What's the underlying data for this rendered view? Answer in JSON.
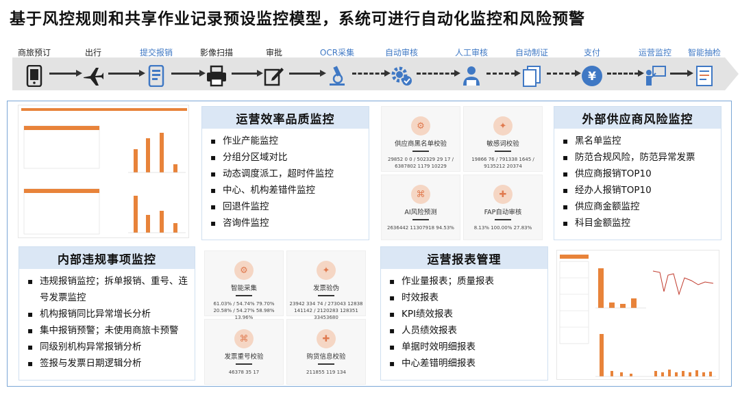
{
  "title": "基于风控规则和共享作业记录预设监控模型，系统可进行自动化监控和风险预警",
  "process": [
    {
      "label": "商旅预订",
      "color": "dark",
      "icon": "phone-icon"
    },
    {
      "label": "出行",
      "color": "dark",
      "icon": "airplane-icon"
    },
    {
      "label": "提交报销",
      "color": "blue",
      "icon": "mobile-submit-icon"
    },
    {
      "label": "影像扫描",
      "color": "dark",
      "icon": "printer-icon"
    },
    {
      "label": "审批",
      "color": "dark",
      "icon": "edit-icon"
    },
    {
      "label": "OCR采集",
      "color": "blue",
      "icon": "microscope-icon"
    },
    {
      "label": "自动审核",
      "color": "blue",
      "icon": "gear-check-icon"
    },
    {
      "label": "人工审核",
      "color": "blue",
      "icon": "person-computer-icon"
    },
    {
      "label": "自动制证",
      "color": "blue",
      "icon": "documents-icon"
    },
    {
      "label": "支付",
      "color": "blue",
      "icon": "yen-icon"
    },
    {
      "label": "运营监控",
      "color": "blue",
      "icon": "presenter-icon"
    },
    {
      "label": "智能抽检",
      "color": "blue",
      "icon": "report-icon"
    }
  ],
  "panels": {
    "ops_quality": {
      "title": "运营效率品质监控",
      "items": [
        "作业产能监控",
        "分组分区域对比",
        "动态调度派工，超时件监控",
        "中心、机构差错件监控",
        "回退件监控",
        "咨询件监控"
      ]
    },
    "supplier_risk": {
      "title": "外部供应商风险监控",
      "items": [
        "黑名单监控",
        "防范合规风险，防范异常发票",
        "供应商报销TOP10",
        "经办人报销TOP10",
        "供应商金额监控",
        "科目金额监控"
      ]
    },
    "internal": {
      "title": "内部违规事项监控",
      "items": [
        "违规报销监控；拆单报销、重号、连号发票监控",
        "机构报销同比异常增长分析",
        "集中报销预警；未使用商旅卡预警",
        "同级别机构异常报销分析",
        "签报与发票日期逻辑分析"
      ]
    },
    "ops_report": {
      "title": "运营报表管理",
      "items": [
        "作业量报表；质量报表",
        "时效报表",
        "KPI绩效报表",
        "人员绩效报表",
        "单据时效明细报表",
        "中心差错明细报表"
      ]
    }
  },
  "cards_top": [
    {
      "name": "供应商黑名单校验",
      "nums": "29852  0  0 / 502329  29  17 / 6387802  1179  10229"
    },
    {
      "name": "敏感词校验",
      "nums": "19866  76 / 791338  1645 / 9135212  20374"
    },
    {
      "name": "AI风险预测",
      "nums": "2636442  11307918  94.53%"
    },
    {
      "name": "FAP自动审核",
      "nums": "8.13%  100.00%  27.83%"
    }
  ],
  "cards_bottom": [
    {
      "name": "智能采集",
      "nums": "61.03% / 54.74%  79.70%  20.58% / 54.27%  58.98%  13.96%"
    },
    {
      "name": "发票验伪",
      "nums": "23942  334  74 / 273043  12838  141142 / 2120283  128351  33453680"
    },
    {
      "name": "发票重号校验",
      "nums": "46378  35  17"
    },
    {
      "name": "购货信息校验",
      "nums": "211855  119  134"
    }
  ]
}
